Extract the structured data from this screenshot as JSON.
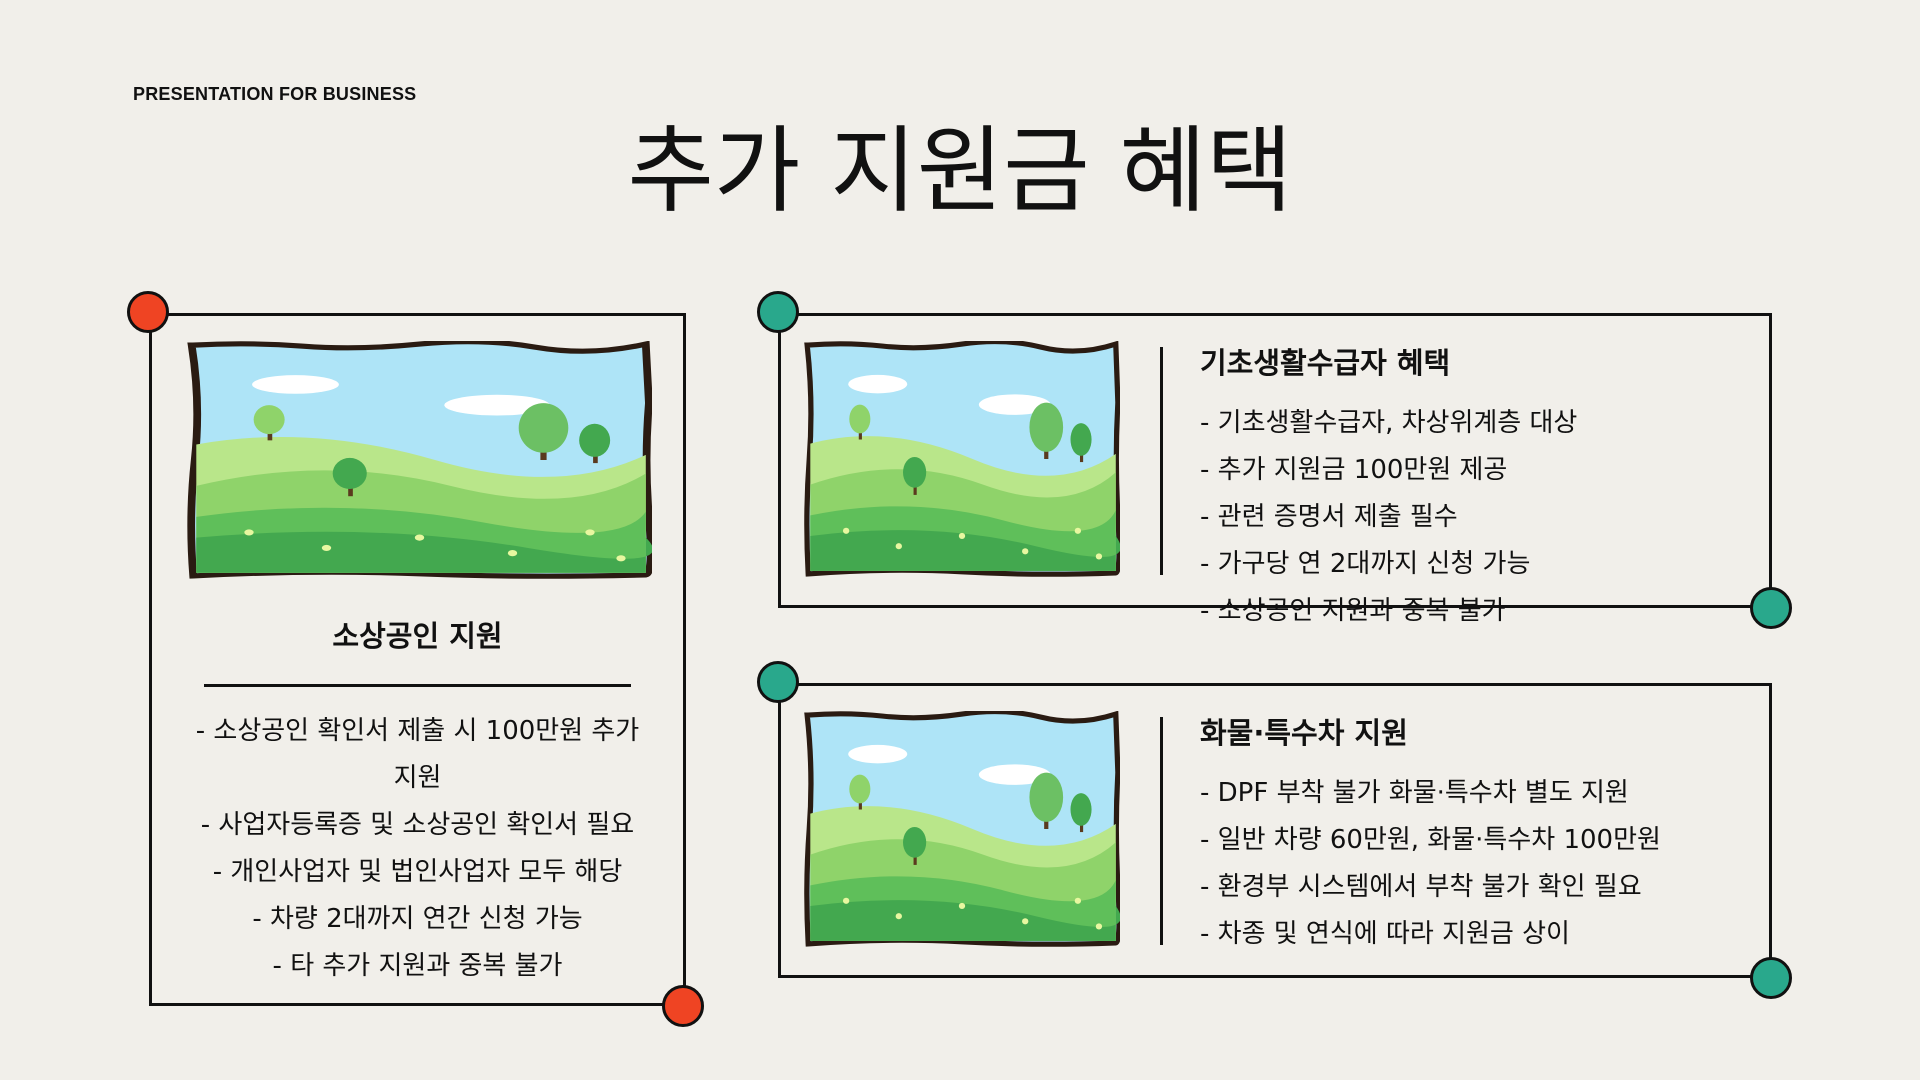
{
  "eyebrow": "PRESENTATION FOR BUSINESS",
  "title": "추가 지원금 혜택",
  "colors": {
    "background": "#f1efea",
    "accent_red": "#ef4423",
    "accent_green": "#29a88c",
    "line": "#111111"
  },
  "left_card": {
    "heading": "소상공인 지원",
    "items": [
      "- 소상공인 확인서 제출 시 100만원 추가 지원",
      "- 사업자등록증 및 소상공인 확인서 필요",
      "- 개인사업자 및 법인사업자 모두 해당",
      "- 차량 2대까지 연간 신청 가능",
      "- 타 추가 지원과 중복 불가"
    ]
  },
  "top_card": {
    "heading": "기초생활수급자 혜택",
    "items": [
      "- 기초생활수급자, 차상위계층 대상",
      "- 추가 지원금 100만원 제공",
      "- 관련 증명서 제출 필수",
      "- 가구당 연 2대까지 신청 가능",
      "- 소상공인 지원과 중복 불가"
    ]
  },
  "bottom_card": {
    "heading": "화물·특수차 지원",
    "items": [
      "- DPF 부착 불가 화물·특수차 별도 지원",
      "- 일반 차량 60만원, 화물·특수차 100만원",
      "- 환경부 시스템에서 부착 불가 확인 필요",
      "- 차종 및 연식에 따라 지원금 상이"
    ]
  },
  "icons": {
    "landscape": "landscape-illustration"
  }
}
